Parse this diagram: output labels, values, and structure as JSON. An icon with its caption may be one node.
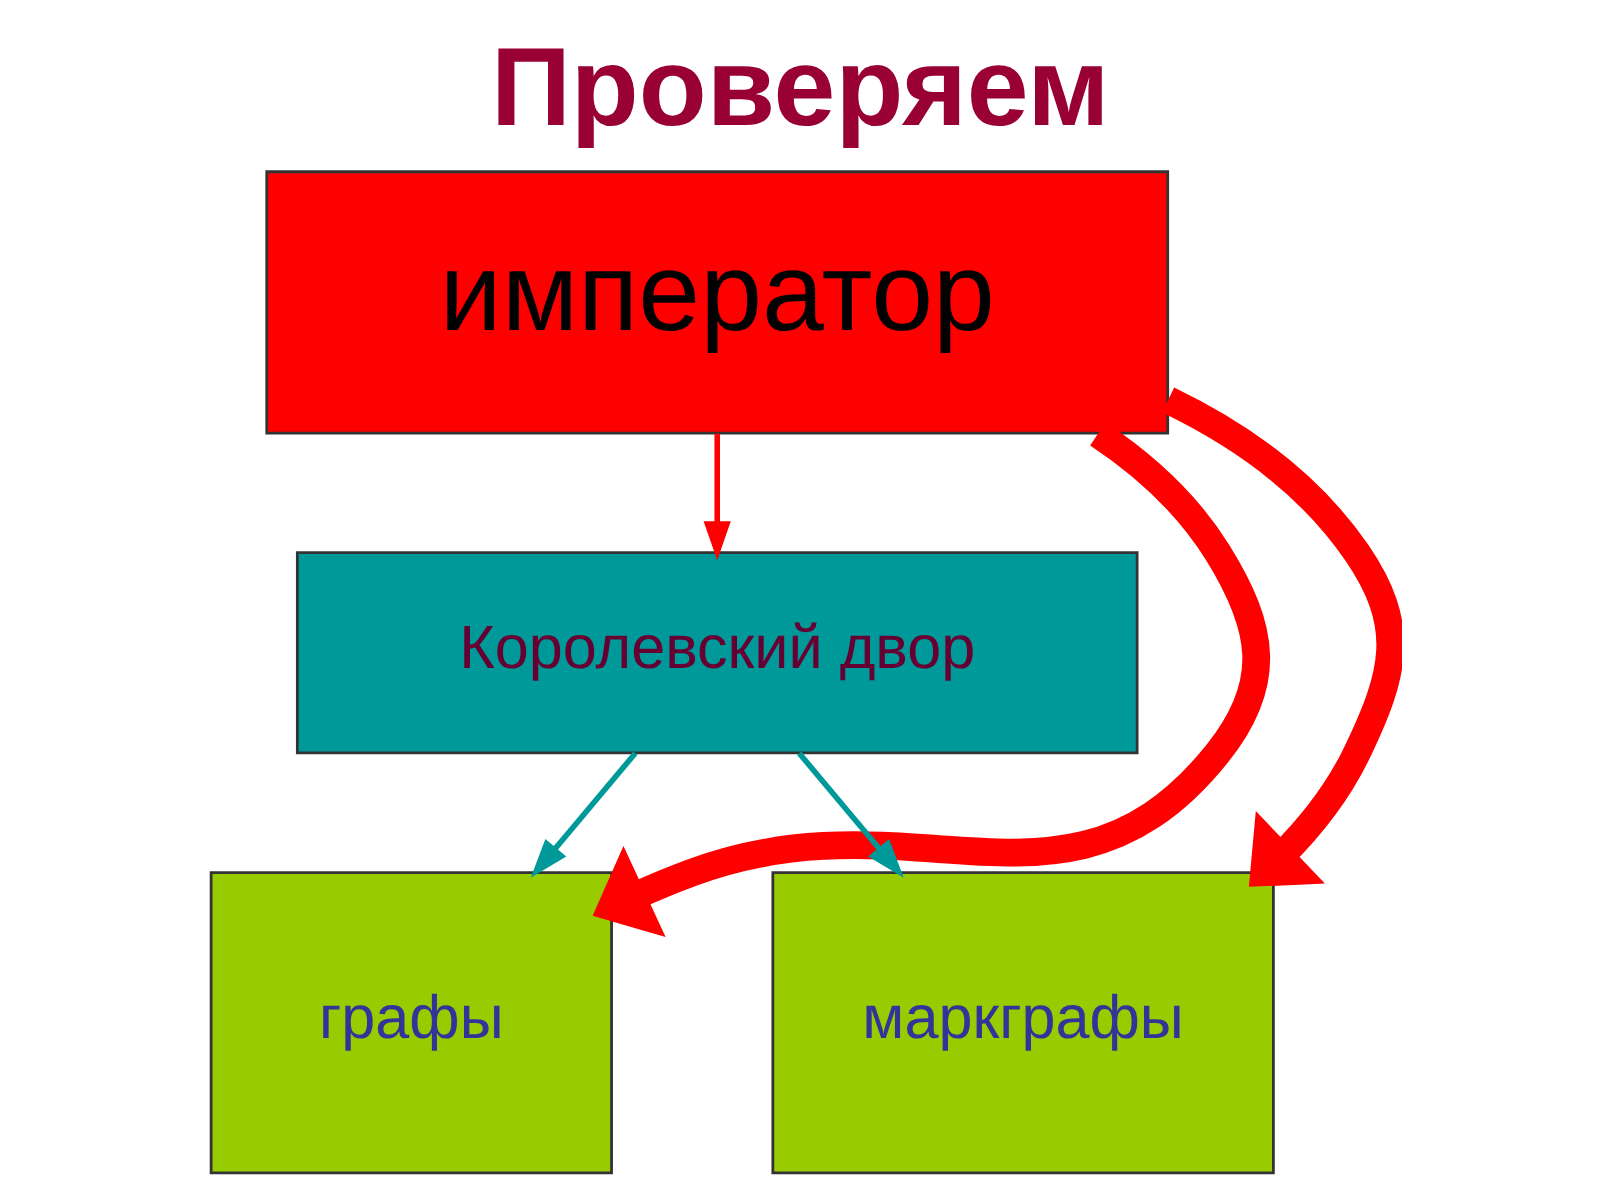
{
  "diagram": {
    "title": "Проверяем",
    "nodes": [
      {
        "text": [
          "император"
        ]
      },
      {
        "text": [
          "Королевский двор"
        ]
      },
      {
        "text": [
          "графы"
        ]
      },
      {
        "text": [
          "маркграфы"
        ]
      }
    ],
    "edges": [
      {
        "from": 0,
        "to": 1,
        "arrow": "to",
        "color": "#ff0000"
      },
      {
        "from": 1,
        "to": 2,
        "arrow": "to",
        "color": "#009999"
      },
      {
        "from": 1,
        "to": 3,
        "arrow": "to",
        "color": "#009999"
      },
      {
        "from": 0,
        "to": 2,
        "arrow": "to",
        "style": "thick",
        "color": "#ff0000"
      },
      {
        "from": 0,
        "to": 3,
        "arrow": "to",
        "style": "thick",
        "color": "#ff0000"
      }
    ]
  }
}
